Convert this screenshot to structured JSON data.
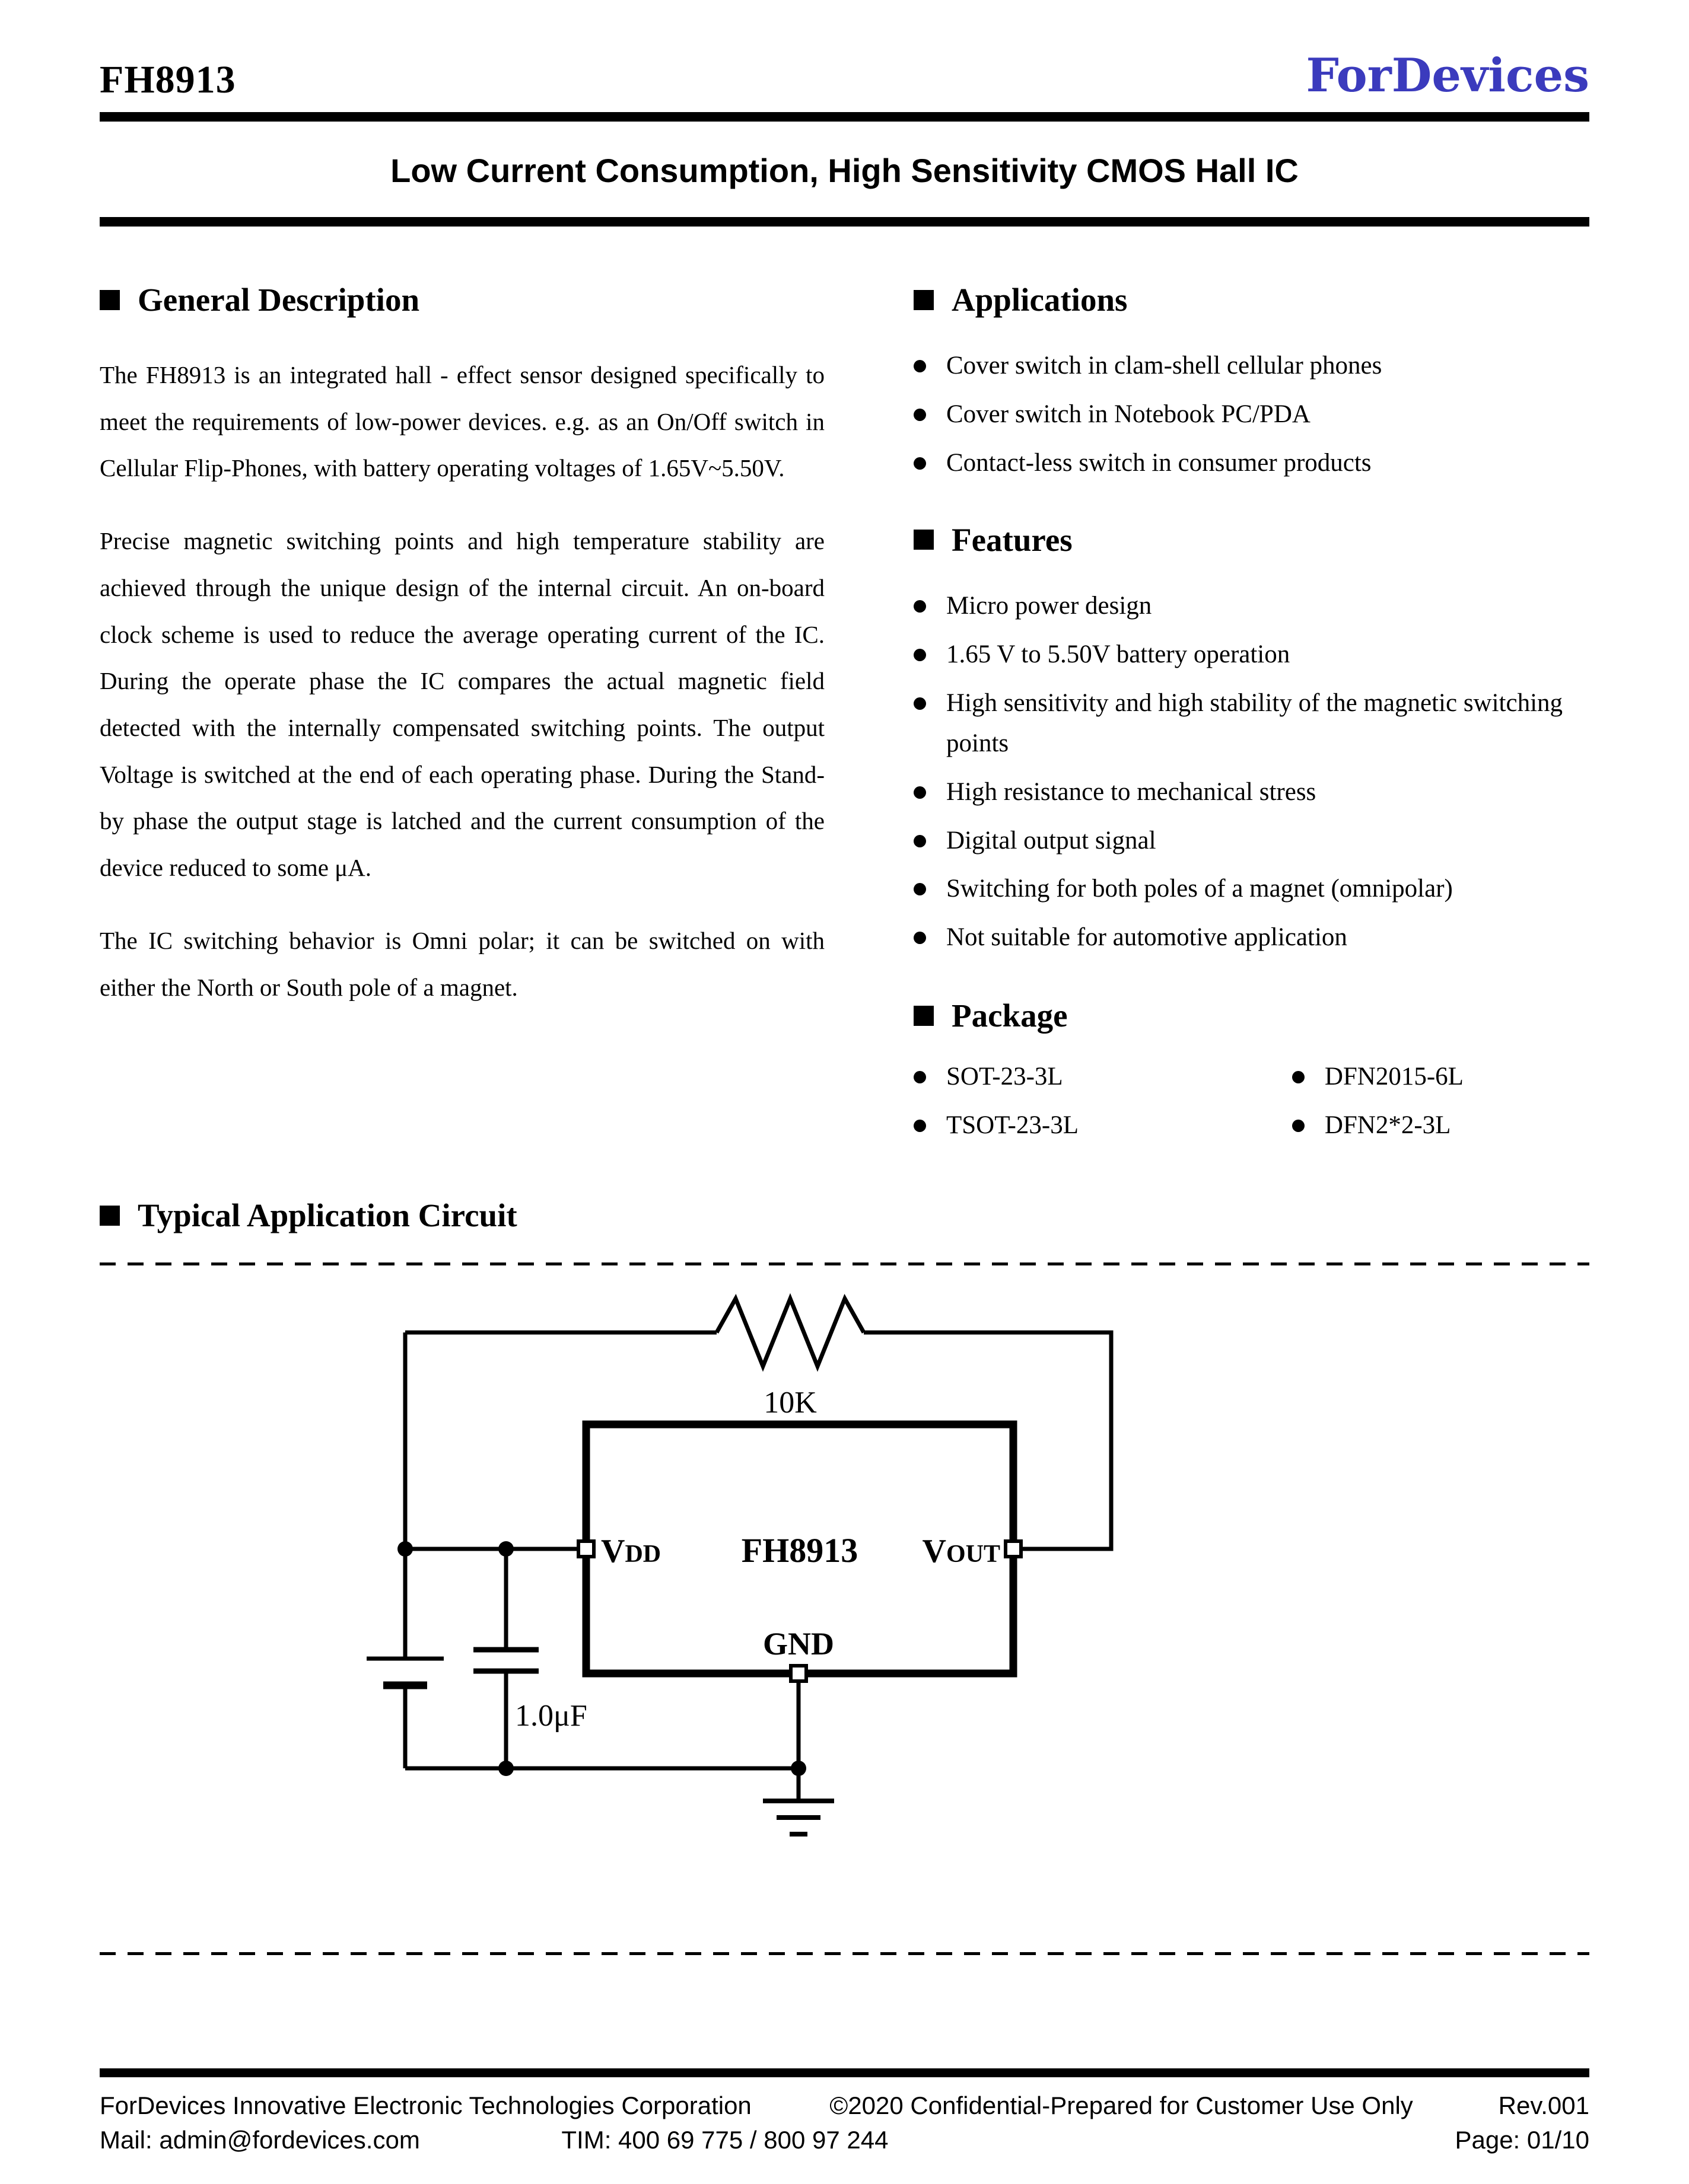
{
  "colors": {
    "brand_blue": "#3b3bbd",
    "text": "#000000",
    "background": "#ffffff"
  },
  "header": {
    "part_number": "FH8913",
    "logo_text": "ForDevices",
    "doc_title": "Low Current Consumption, High Sensitivity CMOS Hall IC"
  },
  "general_description": {
    "heading": "General Description",
    "paragraphs": [
      "The FH8913 is an integrated hall - effect sensor designed specifically to meet the requirements of low-power devices. e.g. as an On/Off switch in Cellular Flip-Phones, with battery operating voltages of 1.65V~5.50V.",
      "Precise magnetic switching points and high temperature stability are achieved through the unique design of the internal circuit. An on-board clock scheme is used to reduce the average operating current of the IC. During the operate phase the IC compares the actual magnetic field detected with the internally compensated switching points. The output Voltage is switched at the end of each operating phase. During the Stand-by phase the output stage is latched and the current consumption of the device reduced to some μA.",
      "The IC switching behavior is Omni polar; it can be switched on with either the North or South pole of a magnet."
    ]
  },
  "applications": {
    "heading": "Applications",
    "items": [
      "Cover switch in clam-shell cellular phones",
      "Cover switch in Notebook PC/PDA",
      "Contact-less switch in consumer products"
    ]
  },
  "features": {
    "heading": "Features",
    "items": [
      "Micro power design",
      "1.65 V to 5.50V battery operation",
      "High sensitivity and high stability of the magnetic switching points",
      "High resistance to mechanical stress",
      "Digital output signal",
      "Switching for both poles of a magnet (omnipolar)",
      "Not suitable for automotive application"
    ]
  },
  "package": {
    "heading": "Package",
    "column1": [
      "SOT-23-3L",
      "TSOT-23-3L"
    ],
    "column2": [
      "DFN2015-6L",
      "DFN2*2-3L"
    ]
  },
  "circuit": {
    "heading": "Typical Application Circuit",
    "resistor_value": "10K",
    "ic_name": "FH8913",
    "pin_vdd_base": "V",
    "pin_vdd_sub": "DD",
    "pin_vout_base": "V",
    "pin_vout_sub": "OUT",
    "pin_gnd": "GND",
    "capacitor_value": "1.0μF"
  },
  "footer": {
    "company": "ForDevices Innovative Electronic Technologies Corporation",
    "confidential": "©2020 Confidential-Prepared for Customer Use Only",
    "revision": "Rev.001",
    "mail": "Mail: admin@fordevices.com",
    "phone": "TIM: 400 69 775 / 800 97 244",
    "page": "Page: 01/10"
  }
}
